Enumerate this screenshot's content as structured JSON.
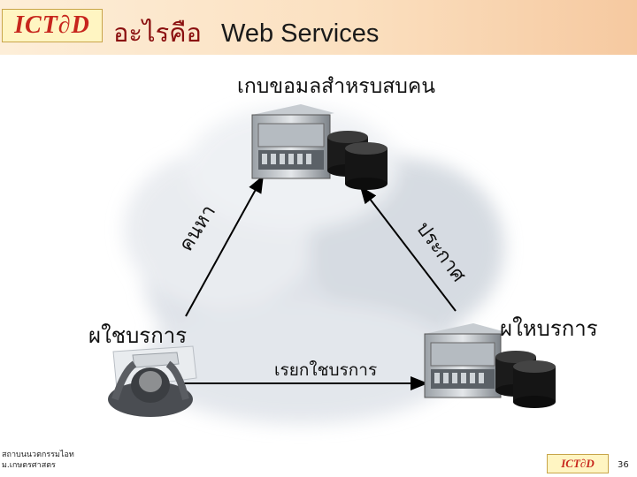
{
  "header": {
    "logo_text": "ICT∂D",
    "title_thai": "อะไรคือ",
    "title_en": "Web Services"
  },
  "diagram": {
    "top_label": "เกบขอมลสำหรบสบคน",
    "left_edge_label": "คนหา",
    "right_edge_label": "ประกาศ",
    "left_node_label": "ผใชบรการ",
    "right_node_label": "ผใหบรการ",
    "bottom_edge_label": "เรยกใชบรการ"
  },
  "footer": {
    "line1": "สถาบนนวตกรรมไอท",
    "line2": "ม.เกษตรศาสตร",
    "logo_text": "ICT∂D",
    "page_number": "36"
  },
  "colors": {
    "title_thai": "#8a0f0f",
    "header_gradient_end": "#f6c9a0",
    "arrow": "#000000"
  }
}
